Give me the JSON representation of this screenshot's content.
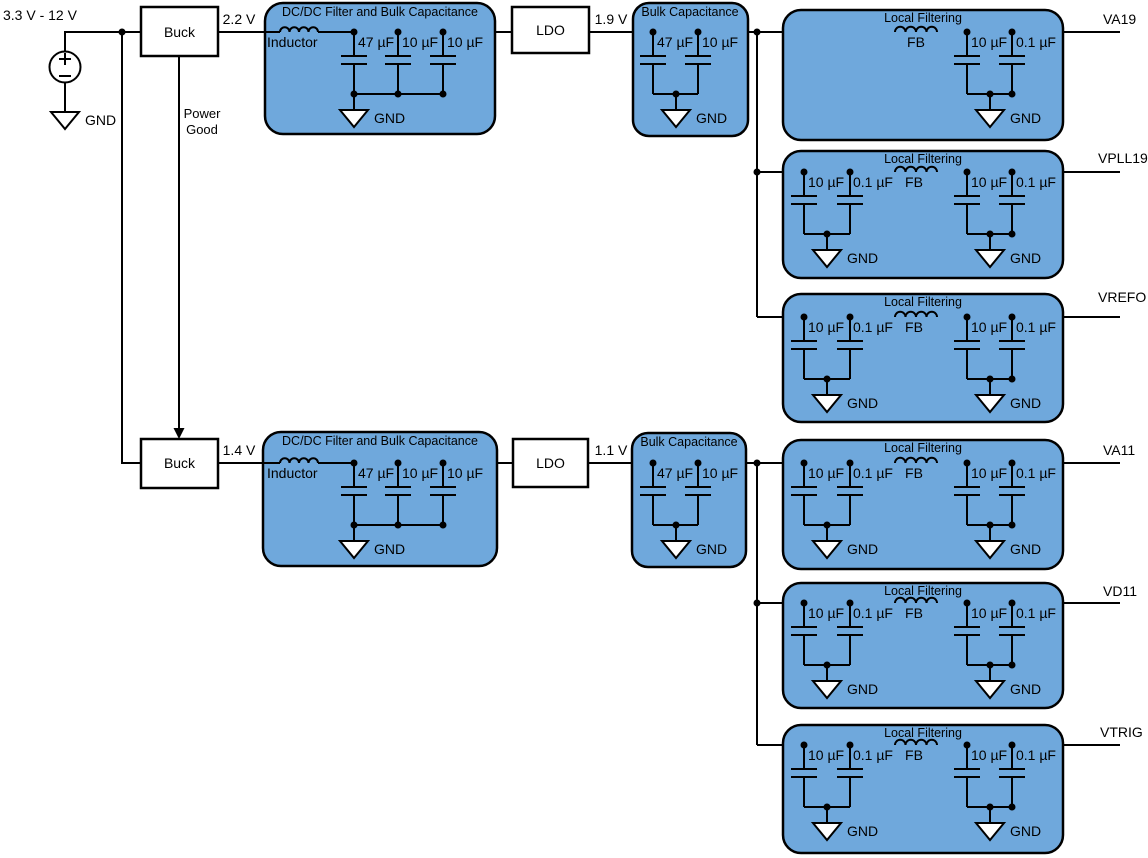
{
  "labels": {
    "buck": "Buck",
    "ldo": "LDO",
    "gnd": "GND",
    "fb": "FB",
    "inductor": "Inductor",
    "power_good_line1": "Power",
    "power_good_line2": "Good",
    "dcdc_block_title": "DC/DC Filter and Bulk Capacitance",
    "bulk_block_title": "Bulk Capacitance",
    "local_filter_title": "Local Filtering"
  },
  "source": {
    "voltage_range": "3.3 V - 12 V"
  },
  "rails": [
    {
      "buck_output_voltage": "2.2 V",
      "ldo_output_voltage": "1.9 V",
      "dcdc_caps": [
        "47 µF",
        "10 µF",
        "10 µF"
      ],
      "bulk_caps": [
        "47 µF",
        "10 µF"
      ],
      "filters": [
        {
          "output": "VA19",
          "caps_after_fb": [
            "10 µF",
            "0.1 µF"
          ]
        },
        {
          "output": "VPLL19",
          "caps_before_fb": [
            "10 µF",
            "0.1 µF"
          ],
          "caps_after_fb": [
            "10 µF",
            "0.1 µF"
          ]
        },
        {
          "output": "VREFO",
          "caps_before_fb": [
            "10 µF",
            "0.1 µF"
          ],
          "caps_after_fb": [
            "10 µF",
            "0.1 µF"
          ]
        }
      ]
    },
    {
      "buck_output_voltage": "1.4 V",
      "ldo_output_voltage": "1.1 V",
      "dcdc_caps": [
        "47 µF",
        "10 µF",
        "10 µF"
      ],
      "bulk_caps": [
        "47 µF",
        "10 µF"
      ],
      "filters": [
        {
          "output": "VA11",
          "caps_before_fb": [
            "10 µF",
            "0.1 µF"
          ],
          "caps_after_fb": [
            "10 µF",
            "0.1 µF"
          ]
        },
        {
          "output": "VD11",
          "caps_before_fb": [
            "10 µF",
            "0.1 µF"
          ],
          "caps_after_fb": [
            "10 µF",
            "0.1 µF"
          ]
        },
        {
          "output": "VTRIG",
          "caps_before_fb": [
            "10 µF",
            "0.1 µF"
          ],
          "caps_after_fb": [
            "10 µF",
            "0.1 µF"
          ]
        }
      ]
    }
  ],
  "colors": {
    "block_fill": "#6fa8dc",
    "block_border": "#000000",
    "wire": "#000000",
    "box_fill": "#ffffff",
    "background": "#ffffff",
    "text": "#000000"
  }
}
